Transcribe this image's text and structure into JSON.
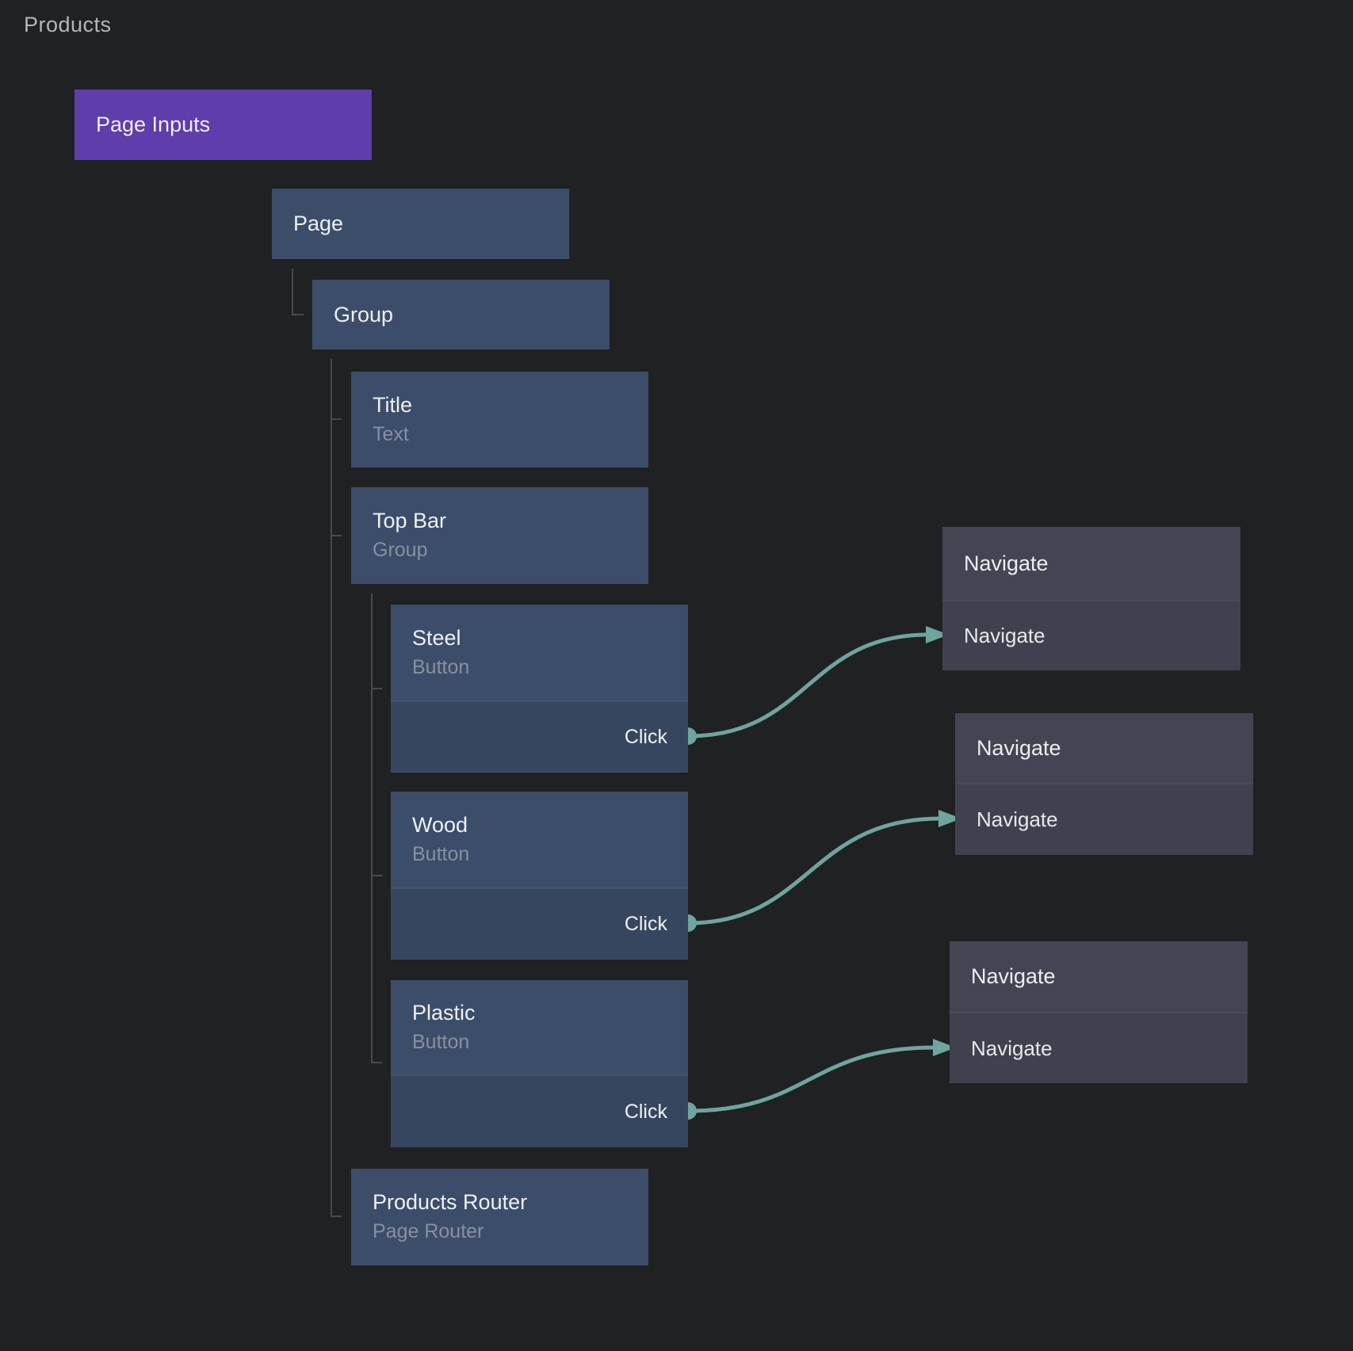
{
  "header": {
    "title": "Products"
  },
  "colors": {
    "background": "#202122",
    "node_blue": "#3c4d69",
    "node_event_strip": "#37465f",
    "node_purple": "#5f3dab",
    "action_header_gray": "#444553",
    "action_body_gray": "#3f424e",
    "wire_teal": "#6fa4a0",
    "tree_connector_gray": "#48494c",
    "title_text": "#edeff2",
    "subtitle_text": "#87909f"
  },
  "nodes": {
    "page_inputs": {
      "label": "Page Inputs"
    },
    "page": {
      "title": "Page"
    },
    "group": {
      "title": "Group"
    },
    "title": {
      "title": "Title",
      "subtitle": "Text"
    },
    "top_bar": {
      "title": "Top Bar",
      "subtitle": "Group"
    },
    "steel": {
      "title": "Steel",
      "subtitle": "Button",
      "event": "Click"
    },
    "wood": {
      "title": "Wood",
      "subtitle": "Button",
      "event": "Click"
    },
    "plastic": {
      "title": "Plastic",
      "subtitle": "Button",
      "event": "Click"
    },
    "products_router": {
      "title": "Products Router",
      "subtitle": "Page Router"
    }
  },
  "actions": {
    "navigate1": {
      "title": "Navigate",
      "action": "Navigate"
    },
    "navigate2": {
      "title": "Navigate",
      "action": "Navigate"
    },
    "navigate3": {
      "title": "Navigate",
      "action": "Navigate"
    }
  },
  "connections": [
    {
      "from": "Steel.Click",
      "to": "Navigate 1"
    },
    {
      "from": "Wood.Click",
      "to": "Navigate 2"
    },
    {
      "from": "Plastic.Click",
      "to": "Navigate 3"
    }
  ]
}
